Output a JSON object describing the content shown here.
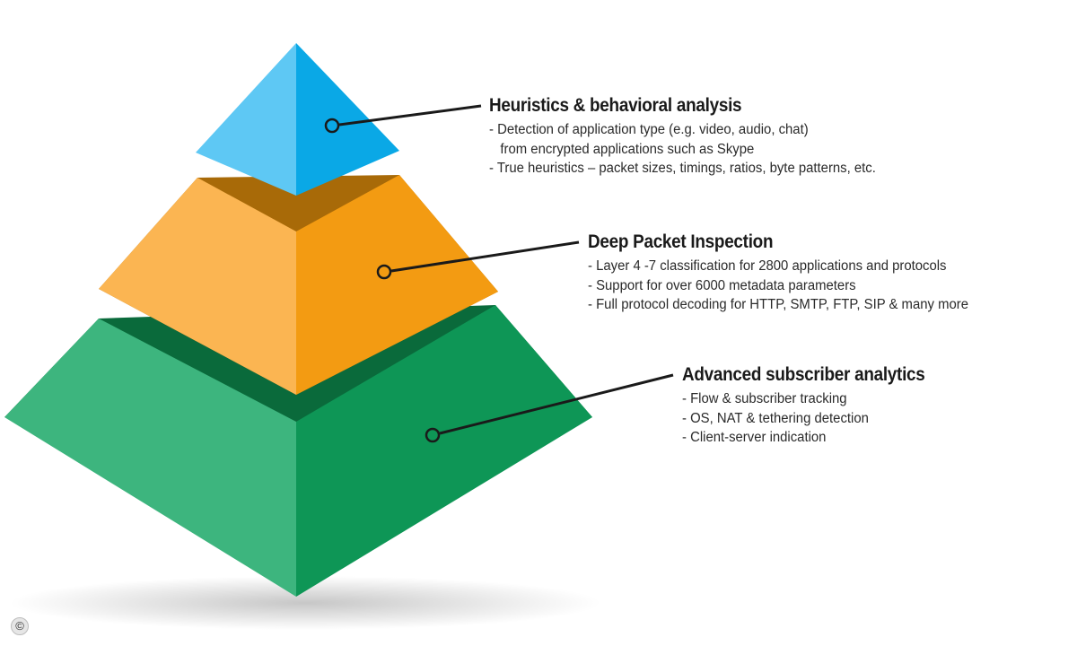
{
  "tiers": [
    {
      "id": "top",
      "title": "Heuristics & behavioral analysis",
      "lines": [
        "- Detection of application type (e.g. video, audio, chat)",
        "   from encrypted applications such as Skype",
        "- True heuristics – packet sizes, timings, ratios, byte patterns, etc."
      ],
      "colors": {
        "front": "#0aa8e6",
        "left": "#5ec8f4"
      }
    },
    {
      "id": "mid",
      "title": "Deep Packet Inspection",
      "lines": [
        "- Layer 4 -7 classification for 2800 applications and protocols",
        "- Support for over 6000 metadata parameters",
        "- Full protocol decoding for HTTP, SMTP, FTP, SIP & many more"
      ],
      "colors": {
        "front": "#f39b12",
        "left": "#fbb552",
        "top": "#a86a08"
      }
    },
    {
      "id": "bottom",
      "title": "Advanced subscriber analytics",
      "lines": [
        "- Flow & subscriber tracking",
        "- OS, NAT & tethering detection",
        "- Client-server indication"
      ],
      "colors": {
        "front": "#0e9656",
        "left": "#3db57e",
        "top": "#0a6a3b"
      }
    }
  ],
  "copyright_icon": "©"
}
